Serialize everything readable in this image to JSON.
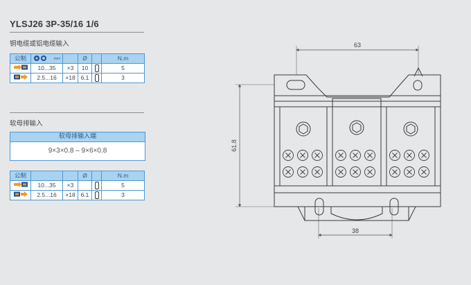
{
  "title": "YLSJ26 3P-35/16  1/6",
  "section1": {
    "label": "铜电缆或铝电缆输入",
    "table": {
      "header": {
        "col1": "公制",
        "col2_unit": "mm²",
        "col4": "Ø",
        "col6": "N.m"
      },
      "rows": [
        {
          "range": "10...35",
          "count": "×3",
          "dia": "10",
          "torque": "5"
        },
        {
          "range": "2.5...16",
          "count": "×18",
          "dia": "6.1",
          "torque": "3"
        }
      ]
    }
  },
  "section2": {
    "label": "软母排输入",
    "busbar": {
      "header": "软母排输入端",
      "value": "9×3×0.8 – 9×6×0.8"
    },
    "table": {
      "header": {
        "col1": "公制",
        "col4": "Ø",
        "col6": "N.m"
      },
      "rows": [
        {
          "range": "10...35",
          "count": "×3",
          "dia": "",
          "torque": "5"
        },
        {
          "range": "2.5...16",
          "count": "×18",
          "dia": "6.1",
          "torque": "3"
        }
      ]
    }
  },
  "dimensions": {
    "top_width": "63",
    "height": "61.8",
    "bottom_width": "38"
  },
  "colors": {
    "table_border": "#4a98d4",
    "table_header": "#a9d3f1",
    "arrow_orange": "#f39a1e",
    "icon_blue": "#1f4f9a"
  }
}
